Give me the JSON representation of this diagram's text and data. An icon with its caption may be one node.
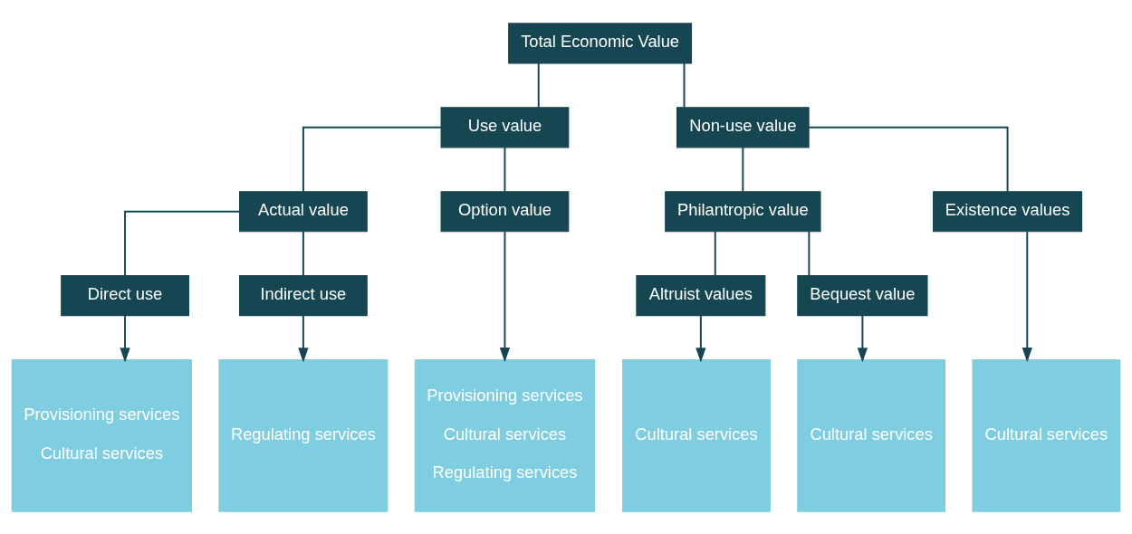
{
  "diagram": {
    "nodes": [
      {
        "text": [
          "Total Economic Value"
        ]
      },
      {
        "text": [
          "Use value"
        ]
      },
      {
        "text": [
          "Non-use value"
        ]
      },
      {
        "text": [
          "Actual value"
        ]
      },
      {
        "text": [
          "Option value"
        ]
      },
      {
        "text": [
          "Philantropic value"
        ]
      },
      {
        "text": [
          "Existence values"
        ]
      },
      {
        "text": [
          "Direct use"
        ]
      },
      {
        "text": [
          "Indirect use"
        ]
      },
      {
        "text": [
          "Altruist values"
        ]
      },
      {
        "text": [
          "Bequest value"
        ]
      },
      {
        "text": [
          "Provisioning services",
          "Cultural services"
        ]
      },
      {
        "text": [
          "Regulating services"
        ]
      },
      {
        "text": [
          "Provisioning services",
          "Cultural services",
          "Regulating services"
        ]
      },
      {
        "text": [
          "Cultural services"
        ]
      },
      {
        "text": [
          "Cultural services"
        ]
      },
      {
        "text": [
          "Cultural services"
        ]
      }
    ],
    "edges": [
      {
        "from": 0,
        "to": 1,
        "arrow": "none"
      },
      {
        "from": 0,
        "to": 2,
        "arrow": "none"
      },
      {
        "from": 1,
        "to": 3,
        "arrow": "none"
      },
      {
        "from": 1,
        "to": 4,
        "arrow": "none"
      },
      {
        "from": 2,
        "to": 5,
        "arrow": "none"
      },
      {
        "from": 2,
        "to": 6,
        "arrow": "none"
      },
      {
        "from": 3,
        "to": 7,
        "arrow": "none"
      },
      {
        "from": 3,
        "to": 8,
        "arrow": "none"
      },
      {
        "from": 5,
        "to": 9,
        "arrow": "none"
      },
      {
        "from": 5,
        "to": 10,
        "arrow": "none"
      },
      {
        "from": 7,
        "to": 11,
        "arrow": "to"
      },
      {
        "from": 8,
        "to": 12,
        "arrow": "to"
      },
      {
        "from": 4,
        "to": 13,
        "arrow": "to"
      },
      {
        "from": 9,
        "to": 14,
        "arrow": "to"
      },
      {
        "from": 10,
        "to": 15,
        "arrow": "to"
      },
      {
        "from": 6,
        "to": 16,
        "arrow": "to"
      }
    ]
  }
}
